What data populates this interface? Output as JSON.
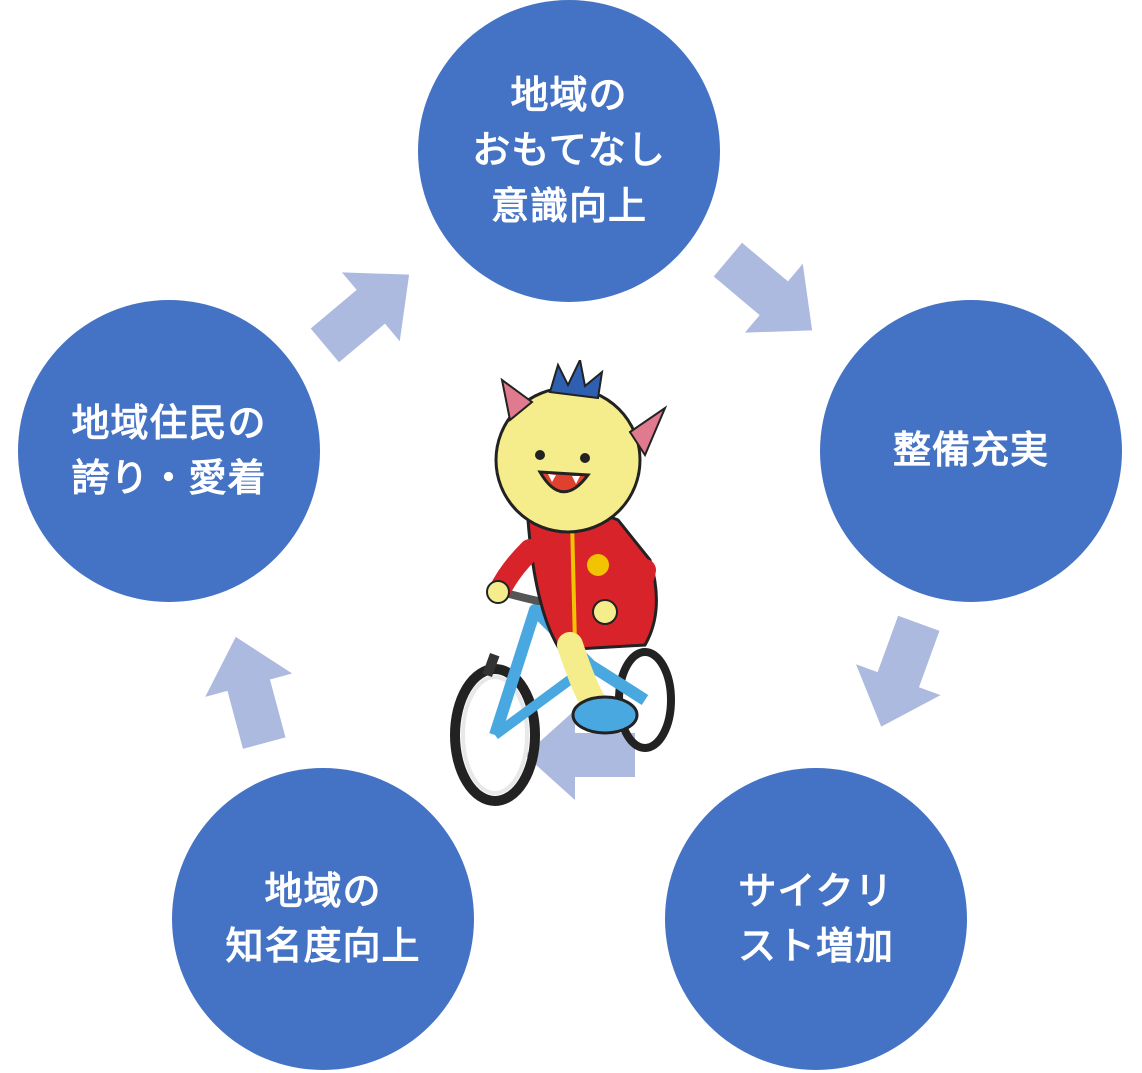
{
  "cycle": {
    "node_color": "#4472c4",
    "arrow_color": "#adbadf",
    "nodes": [
      {
        "id": "hospitality",
        "lines": [
          "地域の",
          "おもてなし",
          "意識向上"
        ]
      },
      {
        "id": "infrastructure",
        "lines": [
          "整備充実"
        ]
      },
      {
        "id": "cyclists",
        "lines": [
          "サイクリ",
          "スト増加"
        ]
      },
      {
        "id": "recognition",
        "lines": [
          "地域の",
          "知名度向上"
        ]
      },
      {
        "id": "pride",
        "lines": [
          "地域住民の",
          "誇り・愛着"
        ]
      }
    ]
  },
  "mascot": {
    "icon": "mascot-cycling-icon",
    "jacket_color": "#d9232b",
    "body_color": "#f5ed8c",
    "bicycle_color": "#4aa8e0"
  }
}
